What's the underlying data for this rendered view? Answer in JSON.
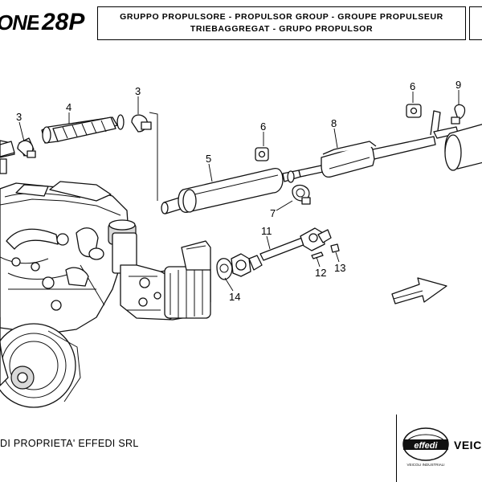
{
  "header": {
    "model_brand": "ONE",
    "model_number": "28P",
    "title_line_1": "GRUPPO PROPULSORE - PROPULSOR GROUP - GROUPE PROPULSEUR",
    "title_line_2": "TRIEBAGGREGAT - GRUPO PROPULSOR"
  },
  "callouts": {
    "c1": "3",
    "c2": "4",
    "c3": "3",
    "c4": "6",
    "c5": "9",
    "c6": "6",
    "c7": "8",
    "c8": "5",
    "c9": "7",
    "c10": "11",
    "c11": "12",
    "c12": "13",
    "c13": "14"
  },
  "footer": {
    "ownership_text": "DI PROPRIETA' EFFEDI SRL",
    "logo_text": "effedi",
    "logo_subtext": "VEICOLI INDUSTRIALI",
    "veicoli_text": "VEICO"
  },
  "colors": {
    "ink": "#111111",
    "paper": "#ffffff"
  },
  "icons": {
    "direction_arrow": "arrow-left-icon"
  }
}
